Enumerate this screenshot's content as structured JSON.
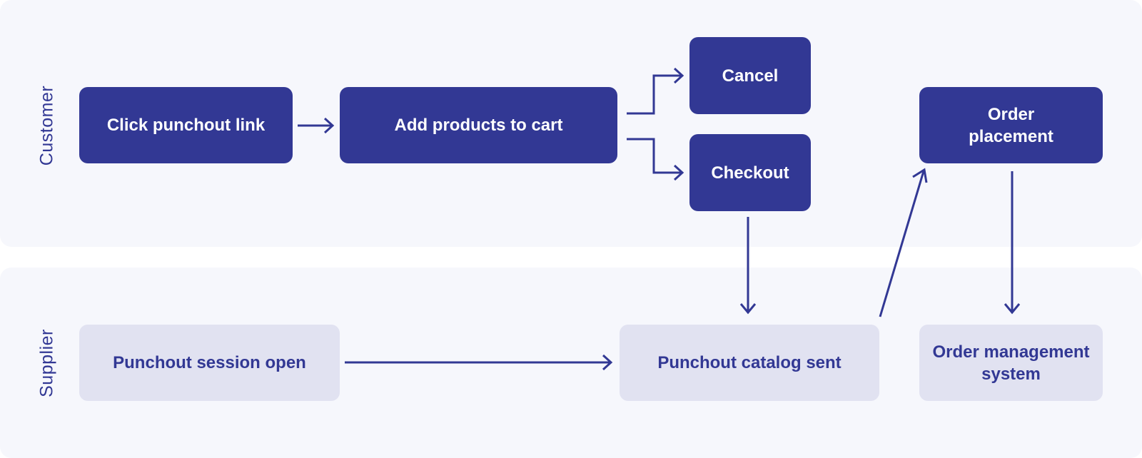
{
  "colors": {
    "primary": "#323894",
    "light_box": "#e1e2f1",
    "lane_bg": "#f6f7fc"
  },
  "lanes": {
    "customer": "Customer",
    "supplier": "Supplier"
  },
  "nodes": {
    "click_punchout_link": "Click punchout link",
    "add_products_to_cart": "Add products to cart",
    "cancel": "Cancel",
    "checkout": "Checkout",
    "order_placement": "Order\nplacement",
    "punchout_session_open": "Punchout session open",
    "punchout_catalog_sent": "Punchout catalog sent",
    "order_management_system": "Order management\nsystem"
  },
  "flows": [
    {
      "from": "click_punchout_link",
      "to": "add_products_to_cart"
    },
    {
      "from": "add_products_to_cart",
      "to": "cancel"
    },
    {
      "from": "add_products_to_cart",
      "to": "checkout"
    },
    {
      "from": "checkout",
      "to": "punchout_catalog_sent"
    },
    {
      "from": "punchout_session_open",
      "to": "punchout_catalog_sent"
    },
    {
      "from": "punchout_catalog_sent",
      "to": "order_placement"
    },
    {
      "from": "order_placement",
      "to": "order_management_system"
    }
  ]
}
